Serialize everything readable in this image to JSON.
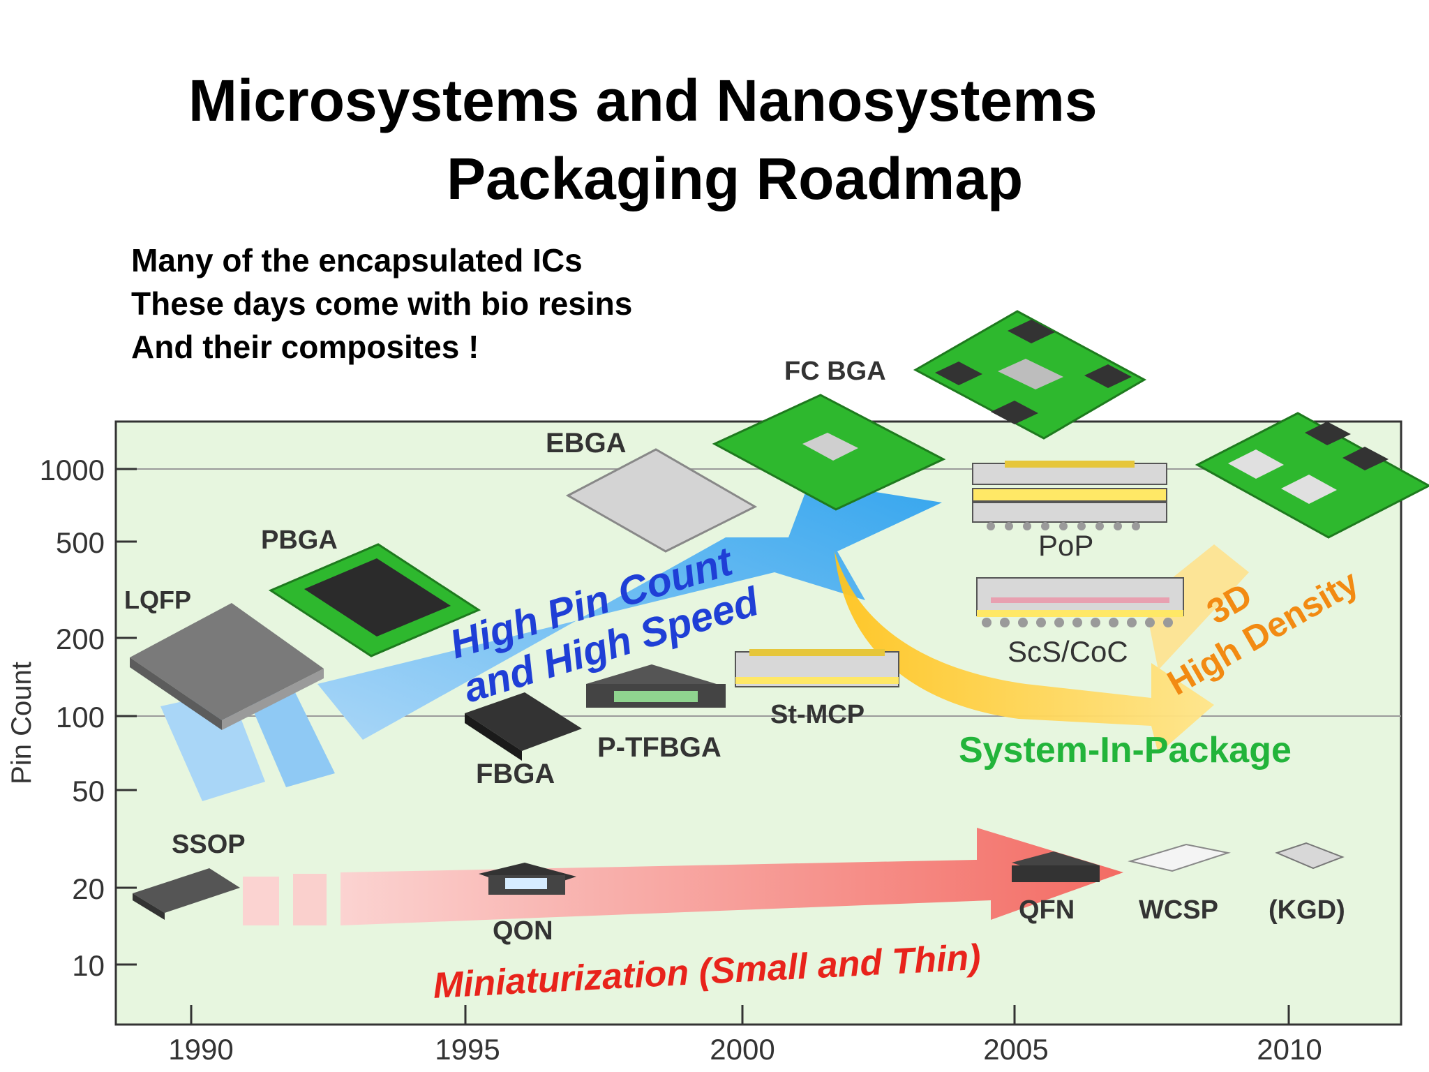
{
  "title": {
    "line1": "Microsystems and Nanosystems",
    "line2": "Packaging Roadmap"
  },
  "note": [
    "Many of the encapsulated ICs",
    "These days come with  bio resins",
    "And their composites !"
  ],
  "chart": {
    "ylabel": "Pin Count",
    "y_ticks": [
      "1000",
      "500",
      "200",
      "100",
      "50",
      "20",
      "10"
    ],
    "x_ticks": [
      "1990",
      "1995",
      "2000",
      "2005",
      "2010"
    ],
    "bg_color": "#e7f6df",
    "arrows": {
      "high_pin": {
        "line1": "High Pin Count",
        "line2": "and High Speed",
        "color": "#1f3fd6"
      },
      "mini": {
        "text": "Miniaturization (Small and Thin)",
        "color": "#e8231b"
      },
      "density": {
        "line1": "3D",
        "line2": "High Density",
        "color": "#f28a12"
      }
    },
    "sip_label": "System-In-Package",
    "sip_color": "#22b43a",
    "packages": {
      "lqfp": "LQFP",
      "pbga": "PBGA",
      "ebga": "EBGA",
      "fcbga": "FC BGA",
      "fbga": "FBGA",
      "ptfbga": "P-TFBGA",
      "stmcp": "St-MCP",
      "pop": "PoP",
      "scs": "ScS/CoC",
      "ssop": "SSOP",
      "qon": "QON",
      "qfn": "QFN",
      "wcsp": "WCSP",
      "kgd": "(KGD)"
    }
  }
}
